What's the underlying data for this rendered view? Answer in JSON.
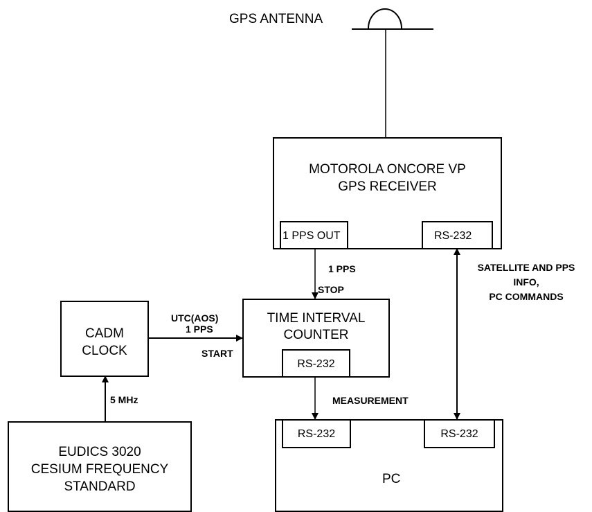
{
  "diagram": {
    "gps_antenna": "GPS ANTENNA",
    "receiver": {
      "line1": "MOTOROLA ONCORE VP",
      "line2": "GPS RECEIVER",
      "port_pps": "1 PPS OUT",
      "port_rs232": "RS-232"
    },
    "tic": {
      "line1": "TIME INTERVAL",
      "line2": "COUNTER",
      "port_rs232": "RS-232"
    },
    "cadm": {
      "line1": "CADM",
      "line2": "CLOCK"
    },
    "eudics": {
      "line1": "EUDICS 3020",
      "line2": "CESIUM FREQUENCY",
      "line3": "STANDARD"
    },
    "pc": {
      "label": "PC",
      "port_left": "RS-232",
      "port_right": "RS-232"
    },
    "labels": {
      "pps": "1 PPS",
      "stop": "STOP",
      "utc": "UTC(AOS)",
      "utc_pps": "1 PPS",
      "start": "START",
      "mhz": "5 MHz",
      "measurement": "MEASUREMENT",
      "sat1": "SATELLITE AND PPS",
      "sat2": "INFO,",
      "sat3": "PC COMMANDS"
    }
  }
}
